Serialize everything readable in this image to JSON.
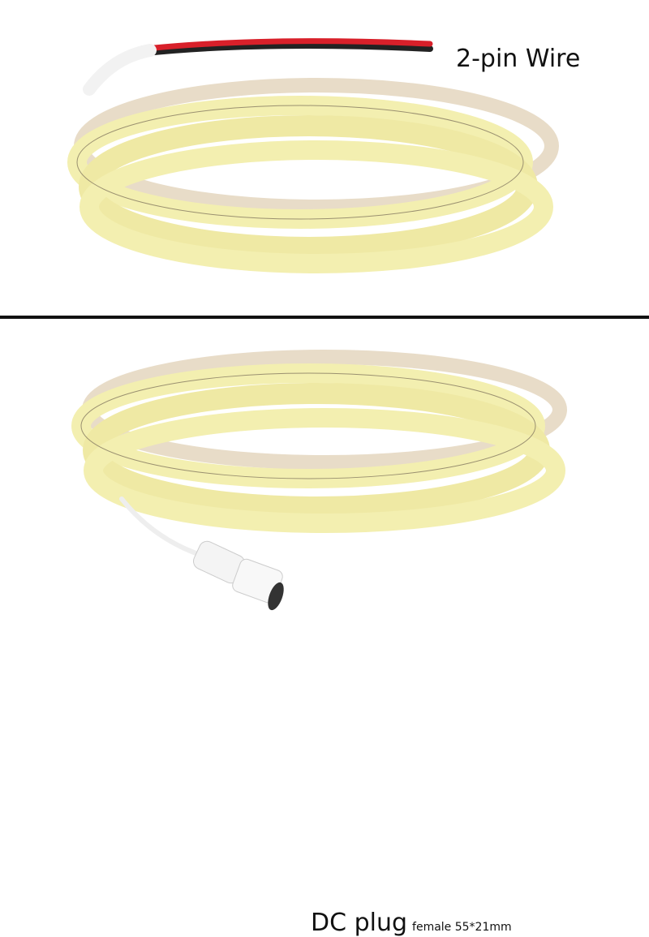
{
  "top_panel": {
    "label": "2-pin Wire"
  },
  "bottom_panel": {
    "label": "DC plug",
    "sublabel": "female 55*21mm"
  },
  "colors": {
    "strip": "#f3efb0",
    "backing": "#e8dcc8",
    "wire_red": "#d8202a",
    "wire_black": "#222222",
    "divider": "#111111"
  }
}
